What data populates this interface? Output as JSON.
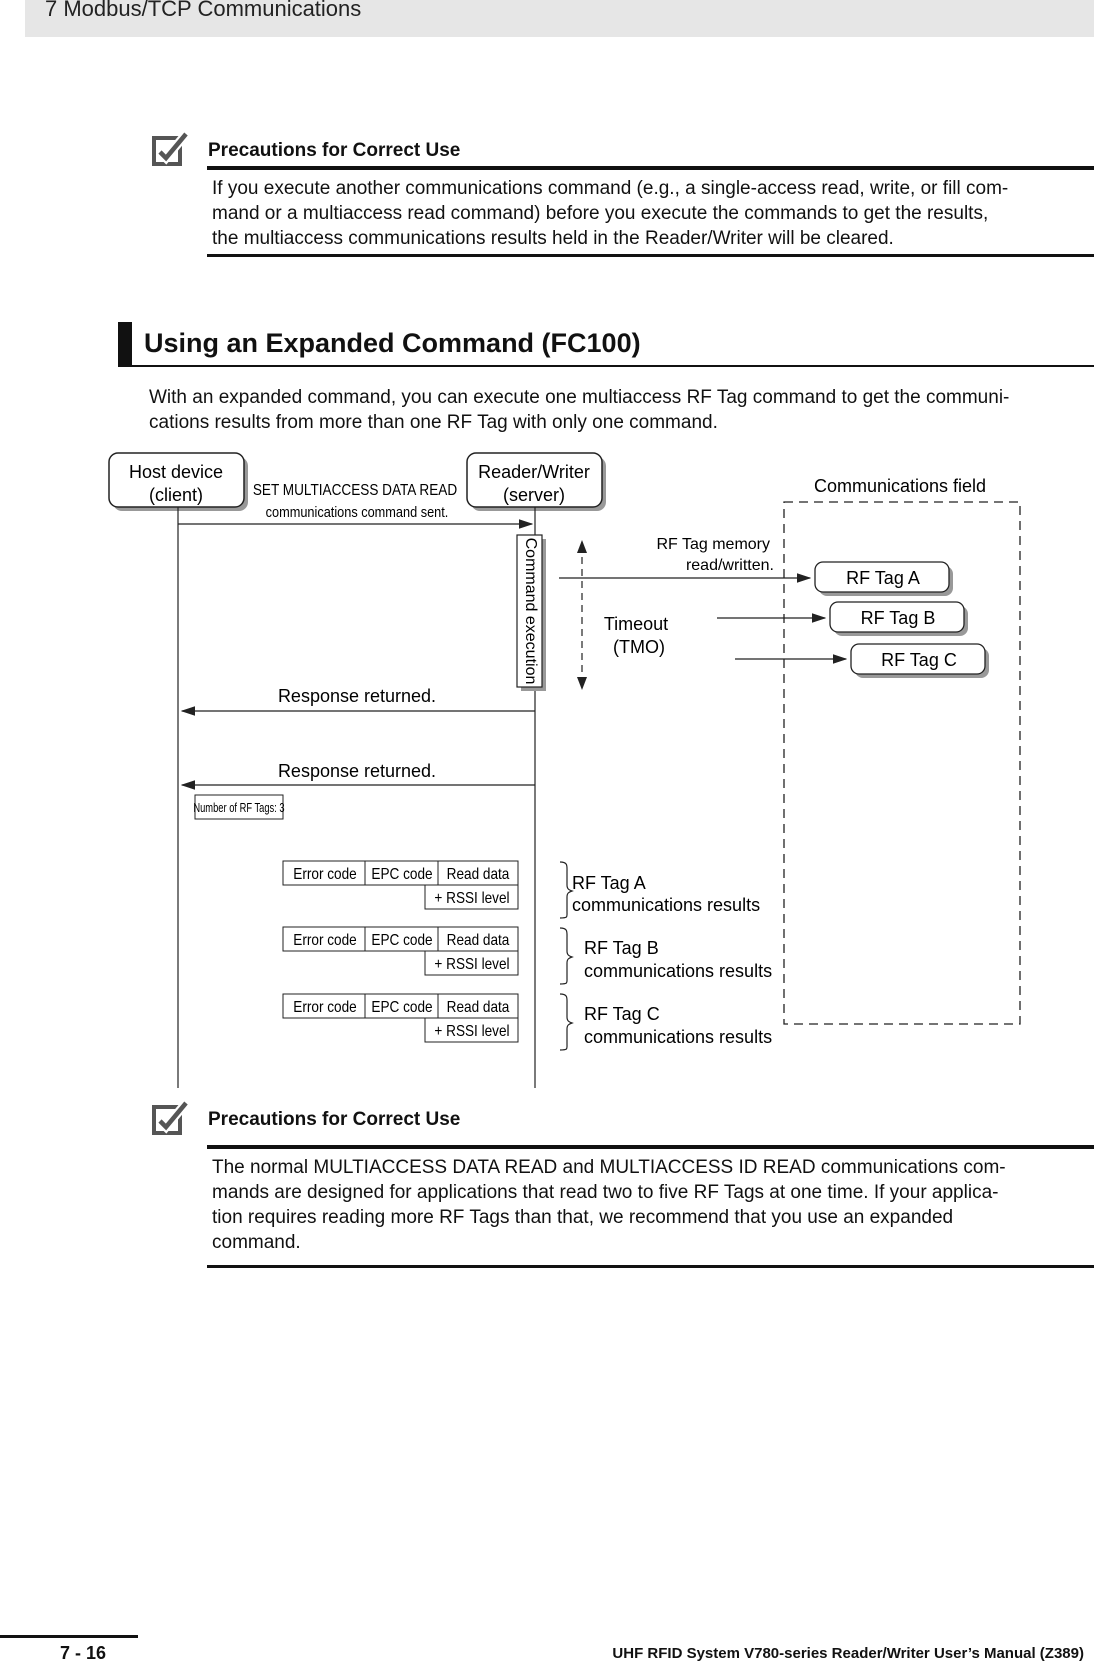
{
  "header": {
    "chapter": "7   Modbus/TCP Communications"
  },
  "precautions_1": {
    "title": "Precautions for Correct Use",
    "lines": [
      "If you execute another communications command (e.g., a single-access read, write, or fill com-",
      "mand or a multiaccess read command) before you execute the commands to get the results,",
      "the multiaccess communications results held in the Reader/Writer will be cleared."
    ]
  },
  "section": {
    "title": "Using an Expanded Command (FC100)",
    "intro_lines": [
      "With an expanded command, you can execute one multiaccess RF Tag command to get the communi-",
      "cations results from more than one RF Tag with only one command."
    ]
  },
  "diagram": {
    "host_line1": "Host device",
    "host_line2": "(client)",
    "rw_line1": "Reader/Writer",
    "rw_line2": "(server)",
    "comm_field": "Communications field",
    "cmd_sent_line1": "SET MULTIACCESS DATA READ",
    "cmd_sent_line2": "communications command sent.",
    "cmd_exec": "Command execution",
    "mem_line1": "RF Tag memory",
    "mem_line2": "read/written.",
    "timeout_line1": "Timeout",
    "timeout_line2": "(TMO)",
    "tag_a": "RF Tag A",
    "tag_b": "RF Tag B",
    "tag_c": "RF Tag C",
    "response1": "Response returned.",
    "response2": "Response returned.",
    "num_tags": "Number of RF Tags: 3",
    "error_code": "Error code",
    "epc_code": "EPC code",
    "read_data": "Read data",
    "rssi": "+ RSSI level",
    "result_a_1": "RF Tag A",
    "result_b_1": "RF Tag B",
    "result_c_1": "RF Tag C",
    "result_2": "communications results"
  },
  "precautions_2": {
    "title": "Precautions for Correct Use",
    "lines": [
      "The normal MULTIACCESS DATA READ and MULTIACCESS ID READ communications com-",
      "mands are designed for applications that read two to five RF Tags at one time. If your applica-",
      "tion requires reading more RF Tags than that, we recommend that you use an expanded",
      "command."
    ]
  },
  "footer": {
    "page": "7 - 16",
    "manual": "UHF RFID System V780-series Reader/Writer User’s Manual (Z389)"
  }
}
